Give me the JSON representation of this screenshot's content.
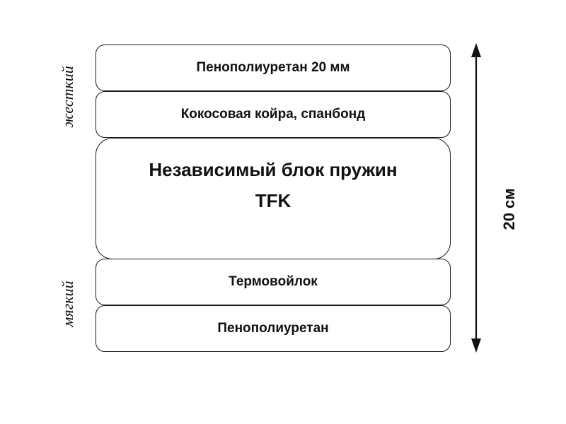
{
  "layers": [
    {
      "label": "Пенополиуретан 20 мм"
    },
    {
      "label": "Кокосовая койра, спанбонд"
    },
    {
      "label_line1": "Независимый блок пружин",
      "label_line2": "TFK"
    },
    {
      "label": "Термовойлок"
    },
    {
      "label": "Пенополиуретан"
    }
  ],
  "side_labels": {
    "hard": "жесткий",
    "soft": "мягкий"
  },
  "dimension": {
    "label": "20 см"
  },
  "colors": {
    "stroke": "#1a1a1a",
    "background": "#ffffff"
  }
}
